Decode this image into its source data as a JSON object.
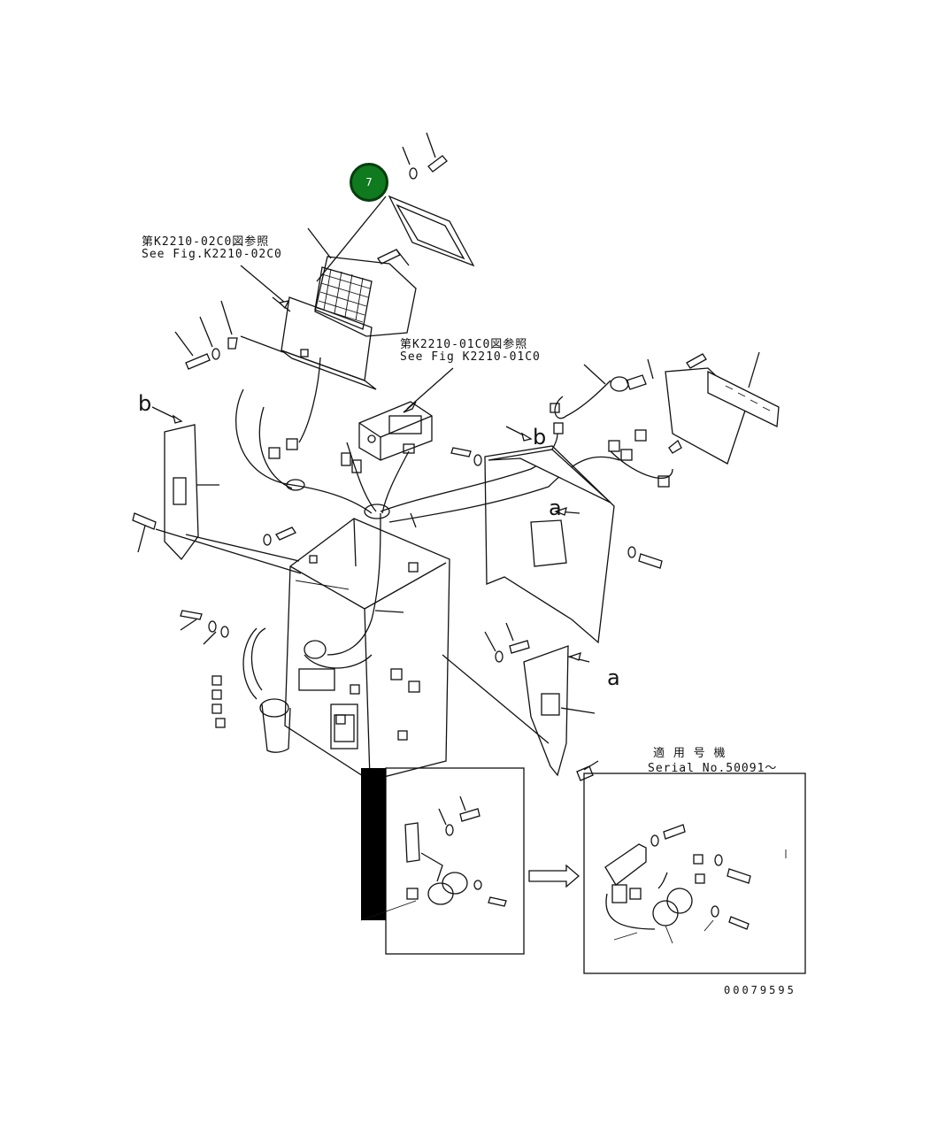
{
  "callout": {
    "number": "7",
    "color": "#0f7a1e"
  },
  "references": {
    "ref1_jp": "第K2210-02C0図参照",
    "ref1_en": "See Fig.K2210-02C0",
    "ref2_jp": "第K2210-01C0図参照",
    "ref2_en": "See Fig K2210-01C0"
  },
  "view_letters": {
    "b_left": "b",
    "b_center": "b",
    "a_center": "a",
    "a_right": "a"
  },
  "serial": {
    "jp": "適 用 号 機",
    "en": "Serial No.50091～"
  },
  "drawing_number": "00079595",
  "icons": [
    "screw-icon",
    "washer-icon",
    "connector-icon",
    "clamp-icon",
    "grille-icon",
    "relay-icon",
    "buzzer-icon",
    "arrow-icon"
  ]
}
